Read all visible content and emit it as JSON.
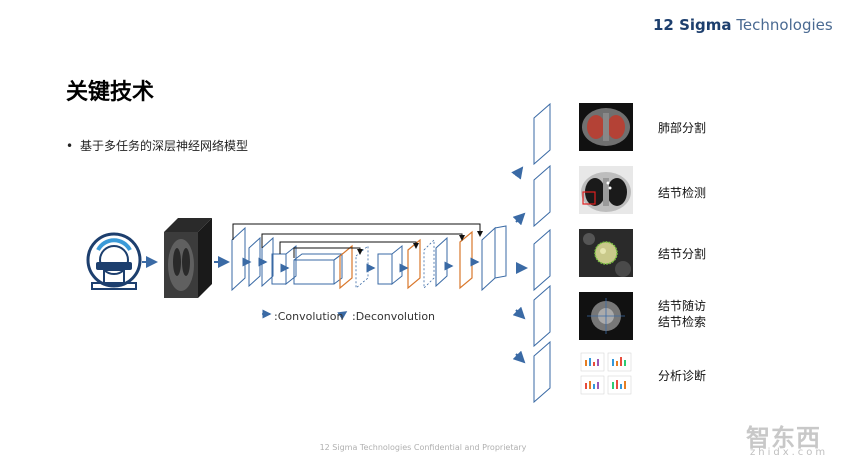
{
  "header": {
    "brand_bold": "12 Sigma",
    "brand_light": "Technologies"
  },
  "slide": {
    "title": "关键技术",
    "bullet": "基于多任务的深层神经网络模型"
  },
  "legend": {
    "convolution": ":Convolution",
    "deconvolution": ":Deconvolution"
  },
  "tasks": [
    {
      "label": "肺部分割"
    },
    {
      "label": "结节检测"
    },
    {
      "label": "结节分割"
    },
    {
      "label_line1": "结节随访",
      "label_line2": "结节检索"
    },
    {
      "label": "分析诊断"
    }
  ],
  "footer": "12 Sigma Technologies Confidential and Proprietary",
  "watermark": {
    "logo": "智东西",
    "url": "zhidx.com"
  },
  "colors": {
    "brand": "#1d3f6e",
    "layer_blue": "#3a6aa5",
    "layer_orange": "#d9772b",
    "arrow": "#3a6aa5"
  }
}
